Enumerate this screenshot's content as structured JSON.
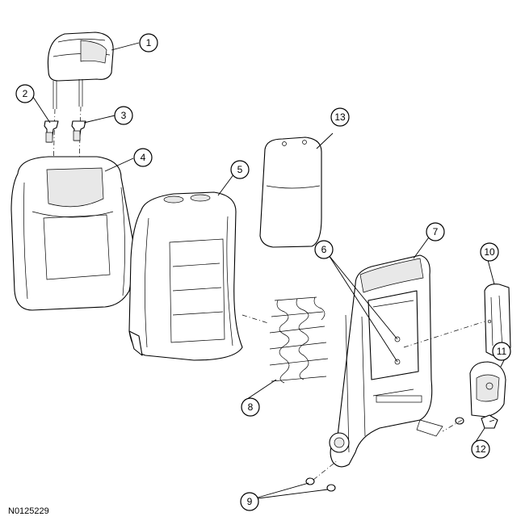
{
  "figure_id": "N0125229",
  "callouts": [
    "1",
    "2",
    "3",
    "4",
    "5",
    "6",
    "7",
    "8",
    "9",
    "10",
    "11",
    "12",
    "13"
  ],
  "colors": {
    "line": "#000000",
    "background": "#ffffff",
    "shade": "#e8e8e8"
  }
}
